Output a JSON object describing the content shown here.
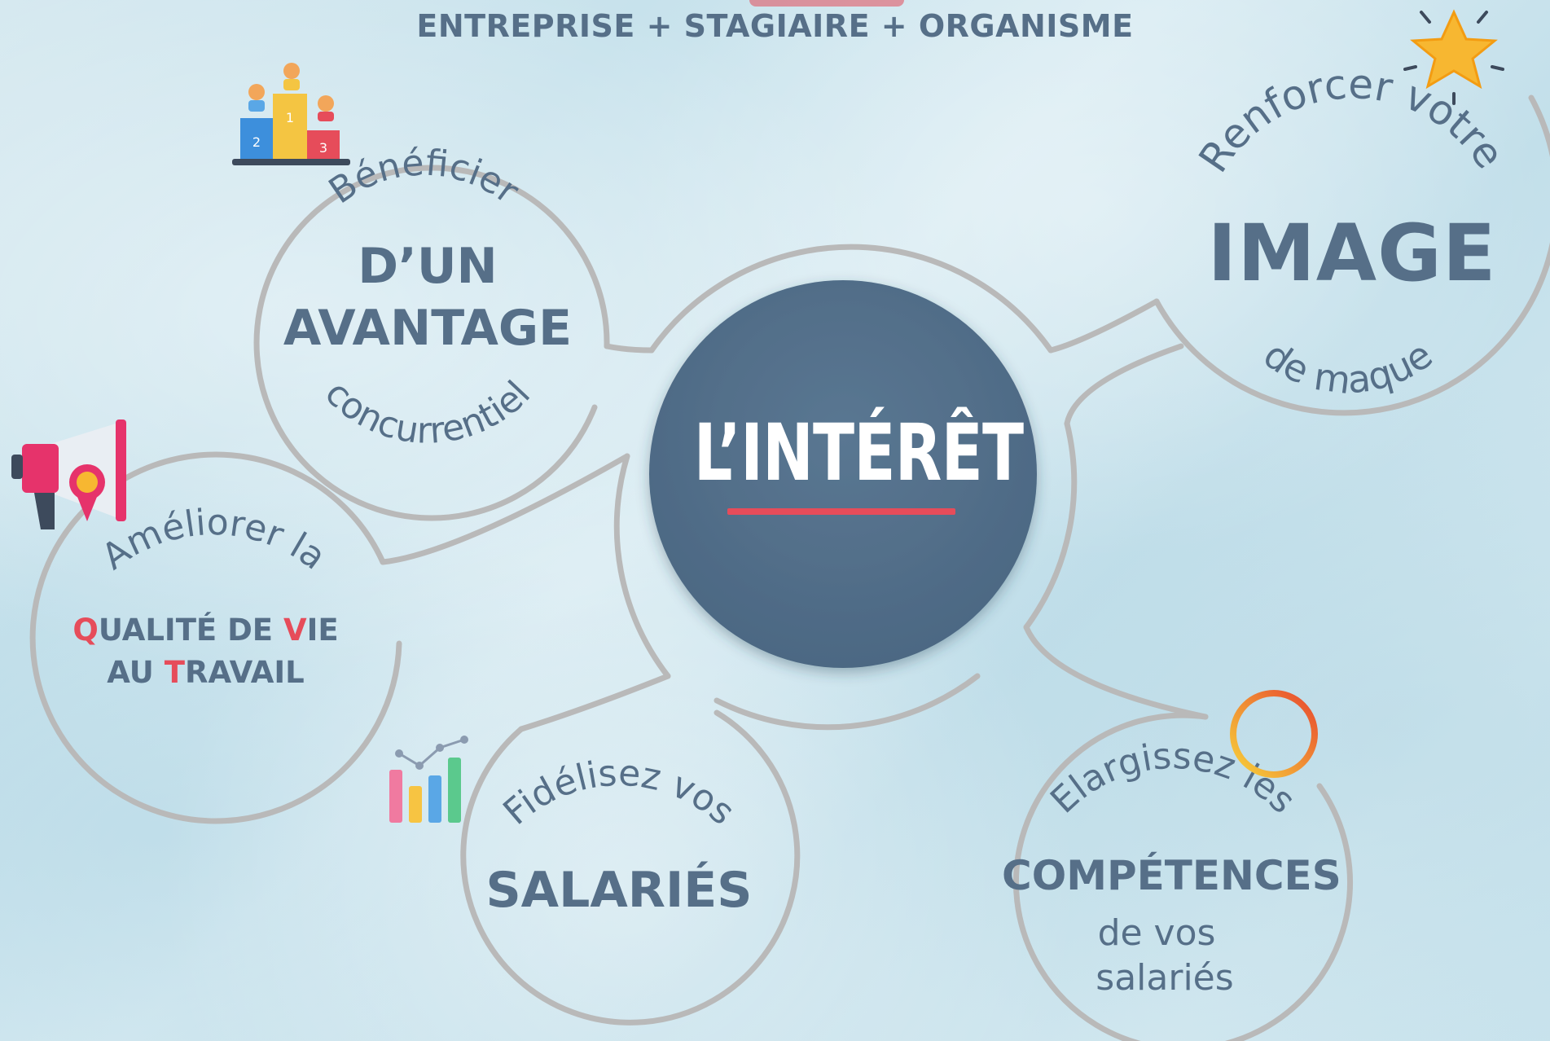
{
  "header": {
    "title": "ENTREPRISE + STAGIAIRE + ORGANISME"
  },
  "center": {
    "title": "L’INTÉRÊT"
  },
  "nodes": {
    "avantage": {
      "top_arc": "Bénéficier",
      "main_line1": "D’UN",
      "main_line2": "AVANTAGE",
      "bottom_arc": "concurrentiel",
      "icon": "podium-icon"
    },
    "image": {
      "top_arc": "Renforcer votre",
      "main": "IMAGE",
      "bottom_arc": "de maque",
      "icon": "star-icon"
    },
    "qualite": {
      "top_arc": "Améliorer la",
      "line1_letter1": "Q",
      "line1_rest1": "UALITÉ DE ",
      "line1_letter2": "V",
      "line1_rest2": "IE",
      "line2_start": "AU ",
      "line2_letter": "T",
      "line2_rest": "RAVAIL",
      "icon": "megaphone-icon"
    },
    "salaries": {
      "top_arc": "Fidélisez vos",
      "main": "SALARIÉS",
      "icon": "bar-chart-icon"
    },
    "competences": {
      "top_arc": "Elargissez les",
      "main": "COMPÉTENCES",
      "line2": "de vos",
      "line3": "salariés",
      "icon": "plus-circle-icon"
    }
  },
  "colors": {
    "text": "#566f88",
    "accent": "#e64c5a",
    "center_fill": "#54718c",
    "outline": "#b9b9b9"
  }
}
